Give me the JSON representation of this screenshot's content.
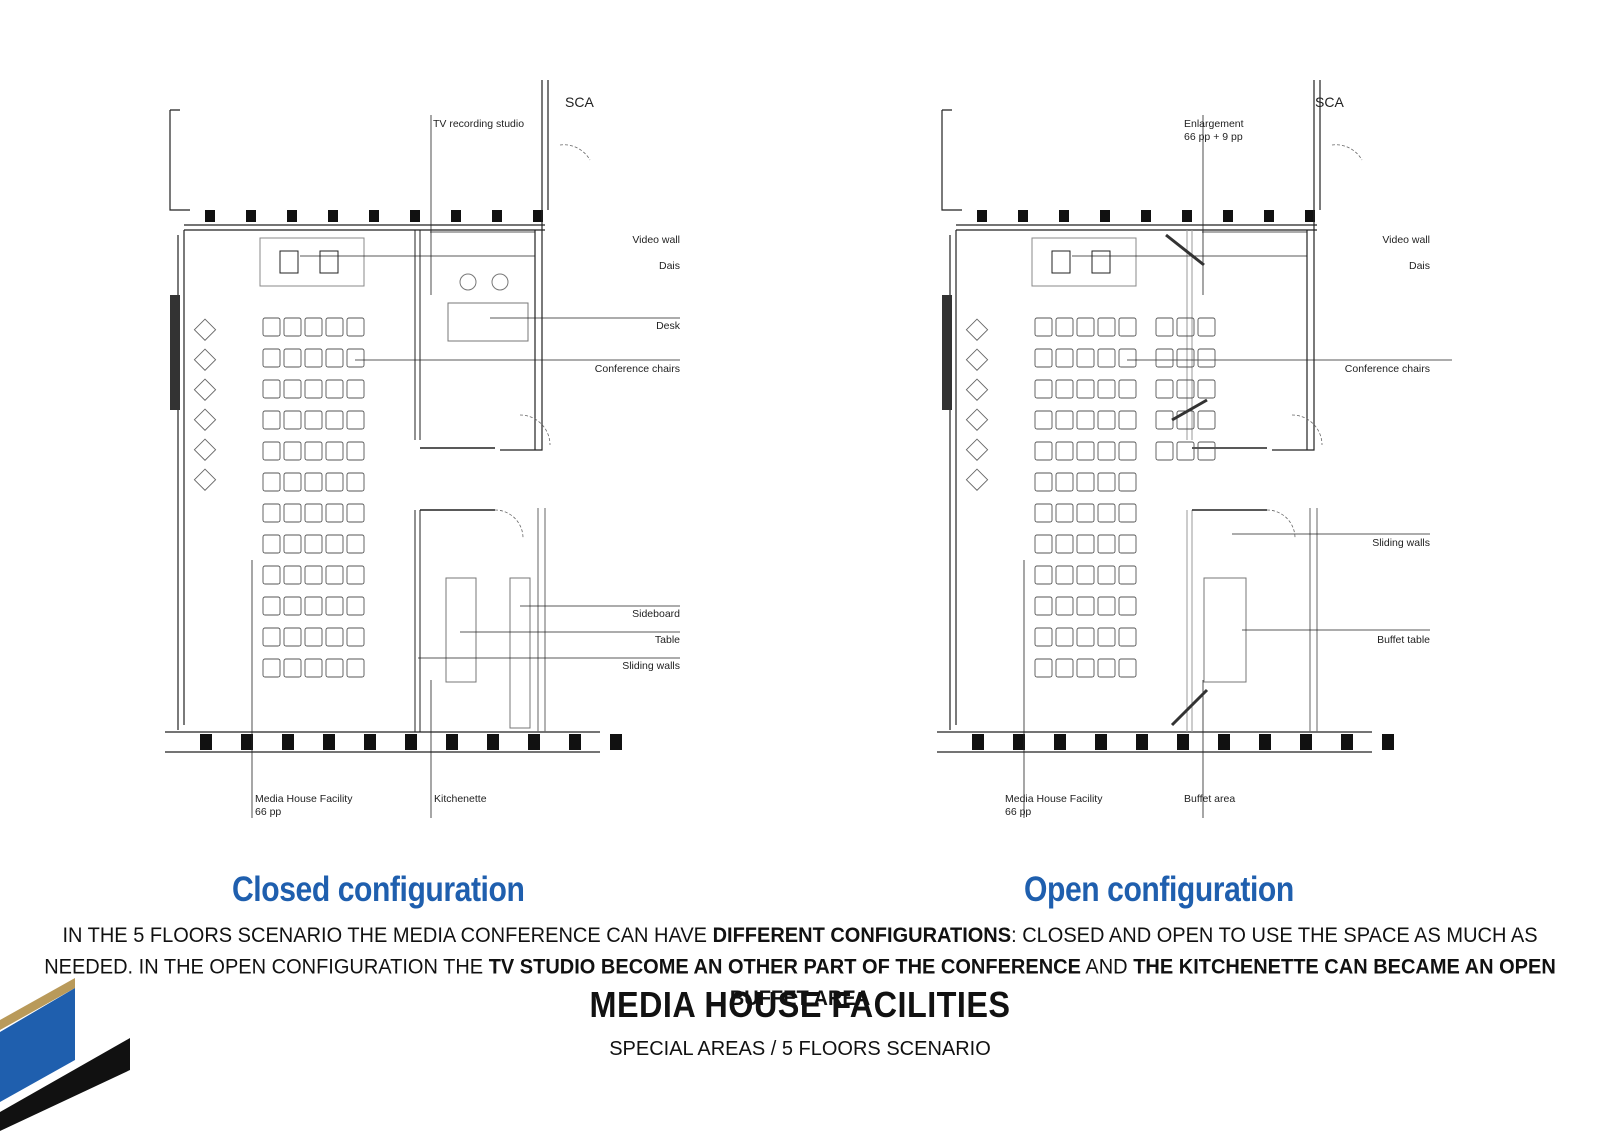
{
  "plans": [
    {
      "id": "closed",
      "title": "Closed configuration",
      "sca": "SCA",
      "top_label": "TV recording studio",
      "top_label_2": "",
      "right_labels": [
        "Video wall",
        "Dais",
        "Desk",
        "Conference chairs",
        "Sideboard",
        "Table",
        "Sliding walls"
      ],
      "bottom_labels": [
        {
          "line1": "Media House Facility",
          "line2": "66 pp"
        },
        {
          "line1": "Kitchenette",
          "line2": ""
        }
      ]
    },
    {
      "id": "open",
      "title": "Open configuration",
      "sca": "SCA",
      "top_label": "Enlargement",
      "top_label_2": "66 pp + 9 pp",
      "right_labels": [
        "Video wall",
        "Dais",
        "Conference chairs",
        "Sliding walls",
        "Buffet table"
      ],
      "bottom_labels": [
        {
          "line1": "Media House Facility",
          "line2": "66 pp"
        },
        {
          "line1": "Buffet area",
          "line2": ""
        }
      ]
    }
  ],
  "description": {
    "p1": "IN THE 5 FLOORS SCENARIO THE MEDIA CONFERENCE CAN HAVE ",
    "b1": "DIFFERENT CONFIGURATIONS",
    "p2": ": CLOSED AND OPEN TO USE THE SPACE AS MUCH AS NEEDED. IN THE OPEN CONFIGURATION THE ",
    "b2": "TV STUDIO BECOME AN OTHER PART OF THE CONFERENCE",
    "p3": " AND ",
    "b3": "THE KITCHENETTE CAN BECAME AN OPEN BUFFET AREA"
  },
  "title": "MEDIA HOUSE FACILITIES",
  "subtitle": "SPECIAL AREAS / 5 FLOORS SCENARIO",
  "colors": {
    "accent": "#1f5fae",
    "ink": "#111111",
    "gold": "#b99a5a"
  }
}
